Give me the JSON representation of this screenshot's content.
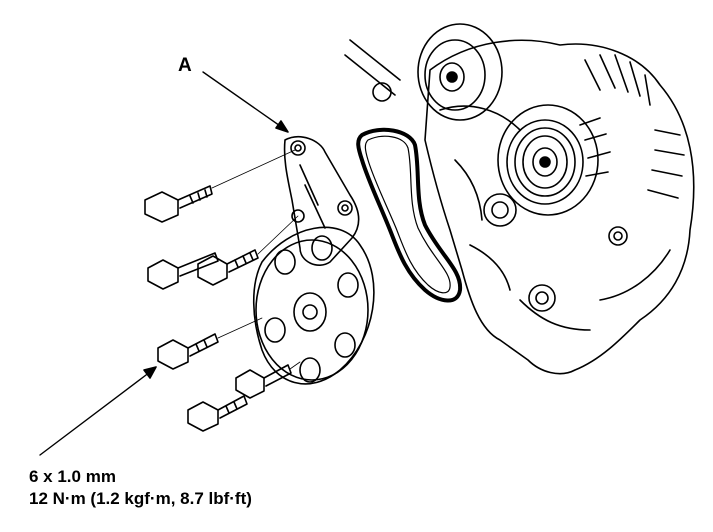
{
  "diagram": {
    "callout_label": "A",
    "spec_line_1": "6 x 1.0 mm",
    "spec_line_2": "12 N·m (1.2 kgf·m, 8.7 lbf·ft)"
  },
  "colors": {
    "ink": "#000000",
    "paper": "#ffffff"
  }
}
